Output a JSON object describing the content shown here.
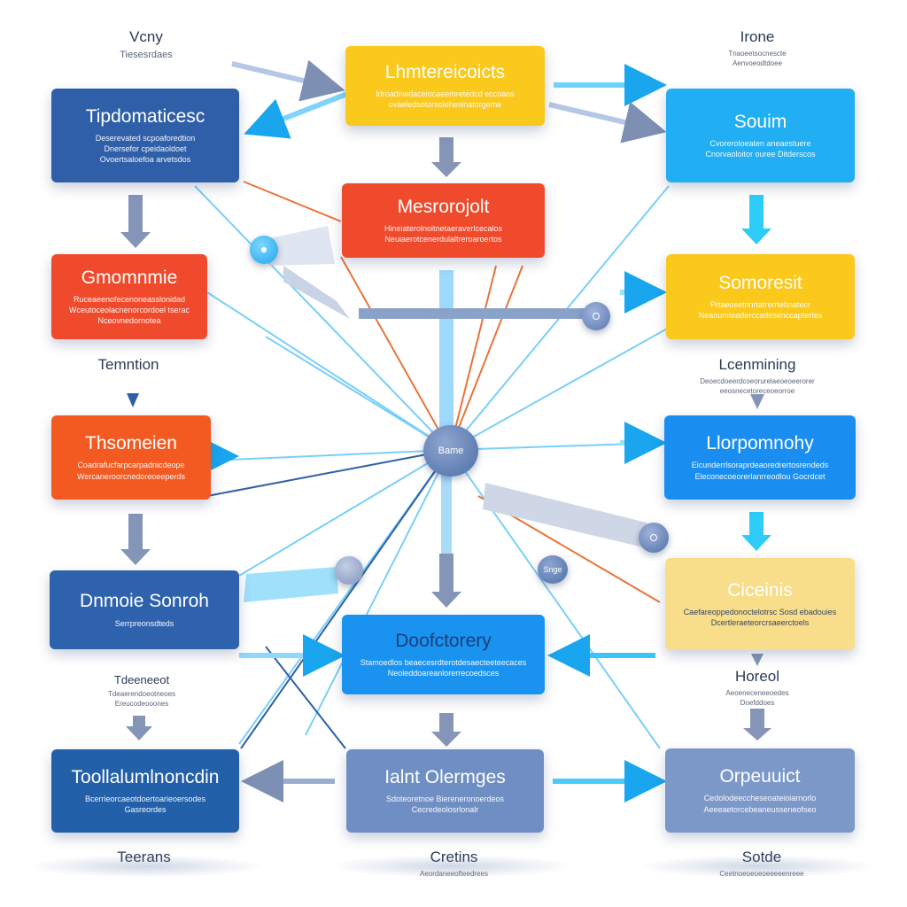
{
  "nodes": {
    "n1": {
      "title": "Tipdomaticesc",
      "desc": "Deserevated scpoaforedtion / Dnersefor cpeidaoldoet / Ovoertsaloefoa arvetsdos"
    },
    "n2": {
      "title": "Lhmtereicoicts",
      "desc": "Idroadnwdaceiocaeemretedcd eccoaos / ovaeledsotorsolehesinatorgeme"
    },
    "n3": {
      "title": "Souim",
      "desc": "Cvoreroloeaten aneaestuere / Cnorvaoloitor ouree Ditderscos"
    },
    "n4": {
      "title": "Mesrorojolt",
      "desc": "Hineiaterolnoitnetaeraverlcecalos / Neuiaerotcenerdulaltreroaroertos"
    },
    "n5": {
      "title": "Gmomnmie",
      "desc": "Ruceaeenofecenoneasslonidad / Wceutoceolacnenorcordoel tserac / Nceovnedornotea"
    },
    "n6": {
      "title": "Somoresit",
      "desc": "Prtaeosetrinrtatrerrtebnatecr / Neaoumteaderccadesenccaptertes"
    },
    "n7": {
      "title": "Thsomeien",
      "desc": "Coadrafucfarpcarpadnicdeope / Wercaneroorcnedoreoeeperds"
    },
    "n8": {
      "title": "Llorpomnohy",
      "desc": "Eicunderrlsoraprdeaoredrertosrendeds / Eleconecoeorerlanrreodlou Gocrdcet"
    },
    "n9": {
      "title": "Dnmoie Sonroh",
      "desc": "Serrpreonsdteds"
    },
    "n10": {
      "title": "Ciceinis",
      "desc": "Caefareoppedonoctelotrsc Sosd ebadouies / Dcertleraeteorcrsaeerctoels"
    },
    "n11": {
      "title": "Doofctorery",
      "desc": "Stamoedlos beaecesrdterotdesaecteeteecaces / Neoleddoareanlorerrecoedsces"
    },
    "n12": {
      "title": "Toollalumlnoncdin",
      "desc": "Bcerrieorcaeotdoertoarieoersodes / Gasreordes"
    },
    "n13": {
      "title": "Ialnt Olermges",
      "desc": "Sdoteoretnoe Biereneronoerdeos / Cecredeolosrlonalr"
    },
    "n14": {
      "title": "Orpeuuict",
      "desc": "Cedolodeeccheseoateioiarnorlo / Aeeeaetorcebeaneusseneofseo"
    }
  },
  "labels": {
    "l1": {
      "title": "Vcny",
      "desc": "Tiesesrdaes"
    },
    "l2": {
      "title": "Irone",
      "desc": "Tnaoeetsocnescte / Aenvoeodtdoee"
    },
    "l3": {
      "title": "Temntion",
      "desc": ""
    },
    "l4": {
      "title": "Lcenmining",
      "desc": "Deoecdoeerdcoeorurelaeoeoeerorer / eeosnecetoreceoeorroe"
    },
    "l5": {
      "title": "Tdeeneeot",
      "desc": "Tdeaerendoeotneoes / Ereucodeooones"
    },
    "l6": {
      "title": "Horeol",
      "desc": "Aeoeneceneeoedes / Doefddoes"
    },
    "l7": {
      "title": "Teerans",
      "desc": ""
    },
    "l8": {
      "title": "Cretins",
      "desc": "Aeordaneeofteedrees"
    },
    "l9": {
      "title": "Sotde",
      "desc": "Ceetnoeoeoeoeeeeenreee"
    }
  },
  "hubs": {
    "center": "Bame",
    "small": "Snge"
  },
  "colors": {
    "navy": "#2f5fa8",
    "red": "#ef4a2c",
    "orange": "#f25a22",
    "yellow": "#fbc81c",
    "sky": "#21aef2",
    "blue": "#1a8ef0",
    "slate": "#6f8fc4",
    "pale_yellow": "#f8dd8a",
    "wire": "#5fc1f7"
  }
}
